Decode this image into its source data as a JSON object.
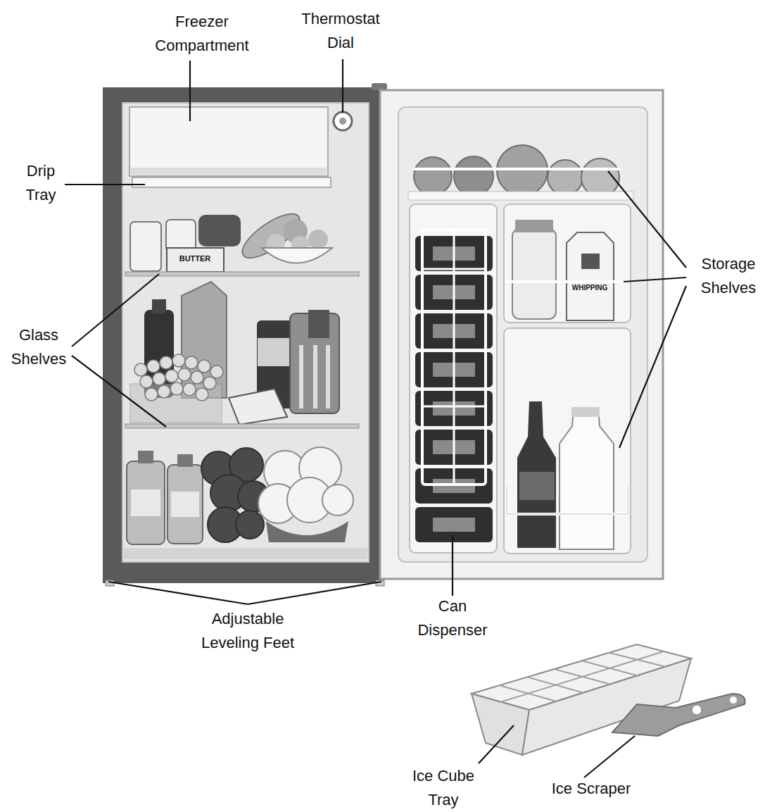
{
  "diagram": {
    "labels": [
      "Freezer Compartment",
      "Thermostat Dial",
      "Drip Tray",
      "Glass Shelves",
      "BUTTER",
      "Storage Shelves",
      "WHIPPING",
      "Can Dispenser",
      "Adjustable Leveling Feet",
      "Ice Cube Tray",
      "Ice Scraper"
    ]
  }
}
